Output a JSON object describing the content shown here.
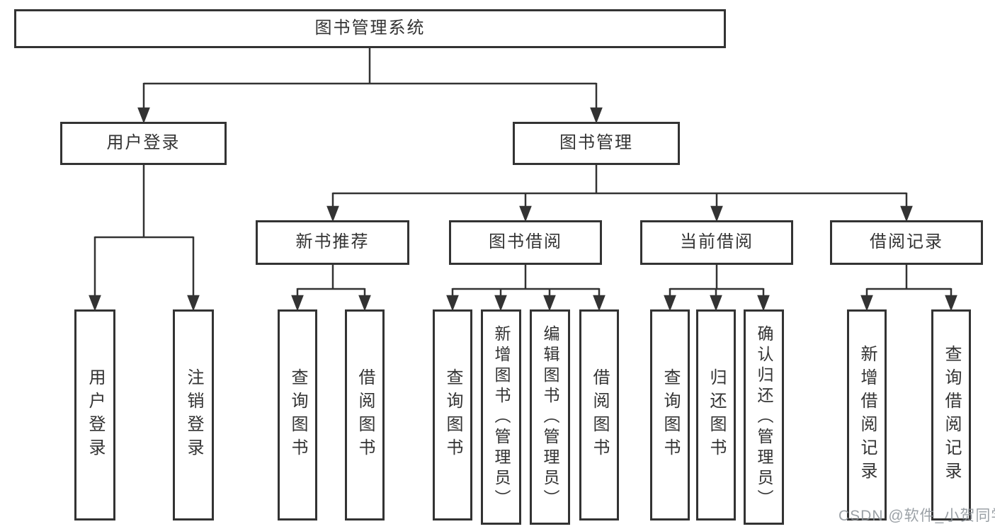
{
  "colors": {
    "line": "#333333",
    "text": "#333333",
    "box_background": "#ffffff",
    "page_background": "#ffffff",
    "watermark": "#8a9097"
  },
  "tree": {
    "label": "图书管理系统",
    "children": [
      {
        "label": "用户登录",
        "children": [
          {
            "label": "用户登录"
          },
          {
            "label": "注销登录"
          }
        ]
      },
      {
        "label": "图书管理",
        "children": [
          {
            "label": "新书推荐",
            "children": [
              {
                "label": "查询图书"
              },
              {
                "label": "借阅图书"
              }
            ]
          },
          {
            "label": "图书借阅",
            "children": [
              {
                "label": "查询图书"
              },
              {
                "label": "新增图书（管理员）"
              },
              {
                "label": "编辑图书（管理员）"
              },
              {
                "label": "借阅图书"
              }
            ]
          },
          {
            "label": "当前借阅",
            "children": [
              {
                "label": "查询图书"
              },
              {
                "label": "归还图书"
              },
              {
                "label": "确认归还（管理员）"
              }
            ]
          },
          {
            "label": "借阅记录",
            "children": [
              {
                "label": "新增借阅记录"
              },
              {
                "label": "查询借阅记录"
              }
            ]
          }
        ]
      }
    ]
  },
  "watermark": {
    "text": "CSDN @软件_小贺同学"
  }
}
